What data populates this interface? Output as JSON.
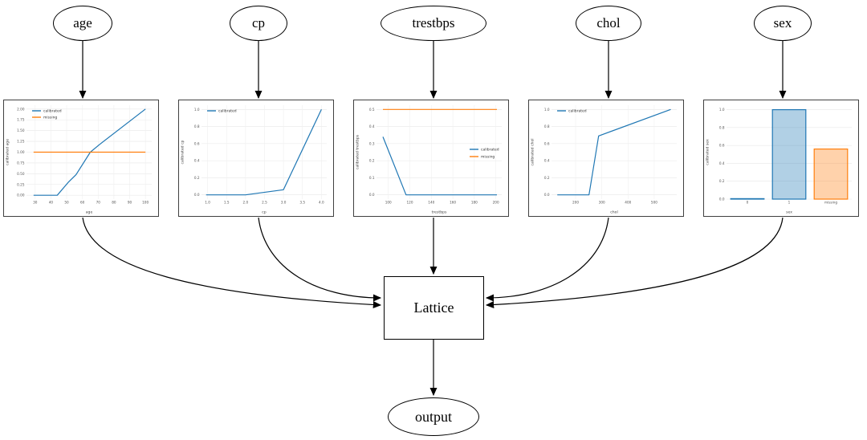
{
  "nodes": {
    "inputs": [
      {
        "label": "age"
      },
      {
        "label": "cp"
      },
      {
        "label": "trestbps"
      },
      {
        "label": "chol"
      },
      {
        "label": "sex"
      }
    ],
    "lattice": {
      "label": "Lattice"
    },
    "output": {
      "label": "output"
    }
  },
  "colors": {
    "calibrated": "#1f77b4",
    "missing": "#ff7f0e",
    "edge": "#000000",
    "node_border": "#000000",
    "chart_frame": "#404040",
    "grid": "#e8e8e8"
  },
  "chart_data": [
    {
      "type": "line",
      "xlabel": "age",
      "ylabel": "calibrated age",
      "xlim": [
        24.5,
        104
      ],
      "ylim": [
        -0.09,
        2.09
      ],
      "xticks": [
        30,
        40,
        50,
        60,
        70,
        80,
        90,
        100
      ],
      "xtick_decimals": 0,
      "yticks": [
        0.0,
        0.25,
        0.5,
        0.75,
        1.0,
        1.25,
        1.5,
        1.75,
        2.0
      ],
      "ytick_decimals": 2,
      "grid": true,
      "series": [
        {
          "name": "calibrated",
          "color": "#1f77b4",
          "points": [
            [
              29,
              0
            ],
            [
              44,
              0
            ],
            [
              51,
              0.3
            ],
            [
              56,
              0.48
            ],
            [
              65,
              1.0
            ],
            [
              71,
              1.18
            ],
            [
              100,
              2.0
            ]
          ]
        },
        {
          "name": "missing",
          "color": "#ff7f0e",
          "points": [
            [
              29,
              1.0
            ],
            [
              100,
              1.0
            ]
          ]
        }
      ],
      "legend": {
        "position": "top-left",
        "entries": [
          "calibrated",
          "missing"
        ]
      }
    },
    {
      "type": "line",
      "xlabel": "cp",
      "ylabel": "calibrated cp",
      "xlim": [
        0.84,
        4.14
      ],
      "ylim": [
        -0.05,
        1.05
      ],
      "xticks": [
        1.0,
        1.5,
        2.0,
        2.5,
        3.0,
        3.5,
        4.0
      ],
      "xtick_decimals": 1,
      "yticks": [
        0.0,
        0.2,
        0.4,
        0.6,
        0.8,
        1.0
      ],
      "ytick_decimals": 1,
      "grid": true,
      "series": [
        {
          "name": "calibrated",
          "color": "#1f77b4",
          "points": [
            [
              0.96,
              0
            ],
            [
              2.0,
              0
            ],
            [
              3.0,
              0.06
            ],
            [
              4.0,
              1.0
            ]
          ]
        }
      ],
      "legend": {
        "position": "top-left",
        "entries": [
          "calibrated"
        ]
      }
    },
    {
      "type": "line",
      "xlabel": "trestbps",
      "ylabel": "calibrated trestbps",
      "xlim": [
        89,
        205.5
      ],
      "ylim": [
        -0.025,
        0.525
      ],
      "xticks": [
        100,
        120,
        140,
        160,
        180,
        200
      ],
      "xtick_decimals": 0,
      "yticks": [
        0.0,
        0.1,
        0.2,
        0.3,
        0.4,
        0.5
      ],
      "ytick_decimals": 1,
      "grid": true,
      "series": [
        {
          "name": "calibrated",
          "color": "#1f77b4",
          "points": [
            [
              95,
              0.34
            ],
            [
              116.5,
              0
            ],
            [
              201,
              0
            ]
          ]
        },
        {
          "name": "missing",
          "color": "#ff7f0e",
          "points": [
            [
              95,
              0.5
            ],
            [
              201,
              0.5
            ]
          ]
        }
      ],
      "legend": {
        "position": "center-right",
        "entries": [
          "calibrated",
          "missing"
        ]
      }
    },
    {
      "type": "line",
      "xlabel": "chol",
      "ylabel": "calibrated chol",
      "xlim": [
        108,
        586
      ],
      "ylim": [
        -0.05,
        1.05
      ],
      "xticks": [
        200,
        300,
        400,
        500
      ],
      "xtick_decimals": 0,
      "yticks": [
        0.0,
        0.2,
        0.4,
        0.6,
        0.8,
        1.0
      ],
      "ytick_decimals": 1,
      "grid": true,
      "series": [
        {
          "name": "calibrated",
          "color": "#1f77b4",
          "points": [
            [
              130,
              0
            ],
            [
              251,
              0
            ],
            [
              288,
              0.69
            ],
            [
              563,
              1.0
            ]
          ]
        }
      ],
      "legend": {
        "position": "top-left",
        "entries": [
          "calibrated"
        ]
      }
    },
    {
      "type": "bar",
      "xlabel": "sex",
      "ylabel": "calibrated sex",
      "ylim": [
        0,
        1.05
      ],
      "yticks": [
        0.0,
        0.2,
        0.4,
        0.6,
        0.8,
        1.0
      ],
      "ytick_decimals": 1,
      "grid": true,
      "categories": [
        "0",
        "1",
        "missing"
      ],
      "values": [
        0.005,
        1.0,
        0.56
      ],
      "bar_colors": [
        {
          "fill": "#1f77b4",
          "stroke": "#1f77b4"
        },
        {
          "fill": "#1f77b4",
          "stroke": "#1f77b4"
        },
        {
          "fill": "#ff7f0e",
          "stroke": "#ff7f0e"
        }
      ]
    }
  ]
}
